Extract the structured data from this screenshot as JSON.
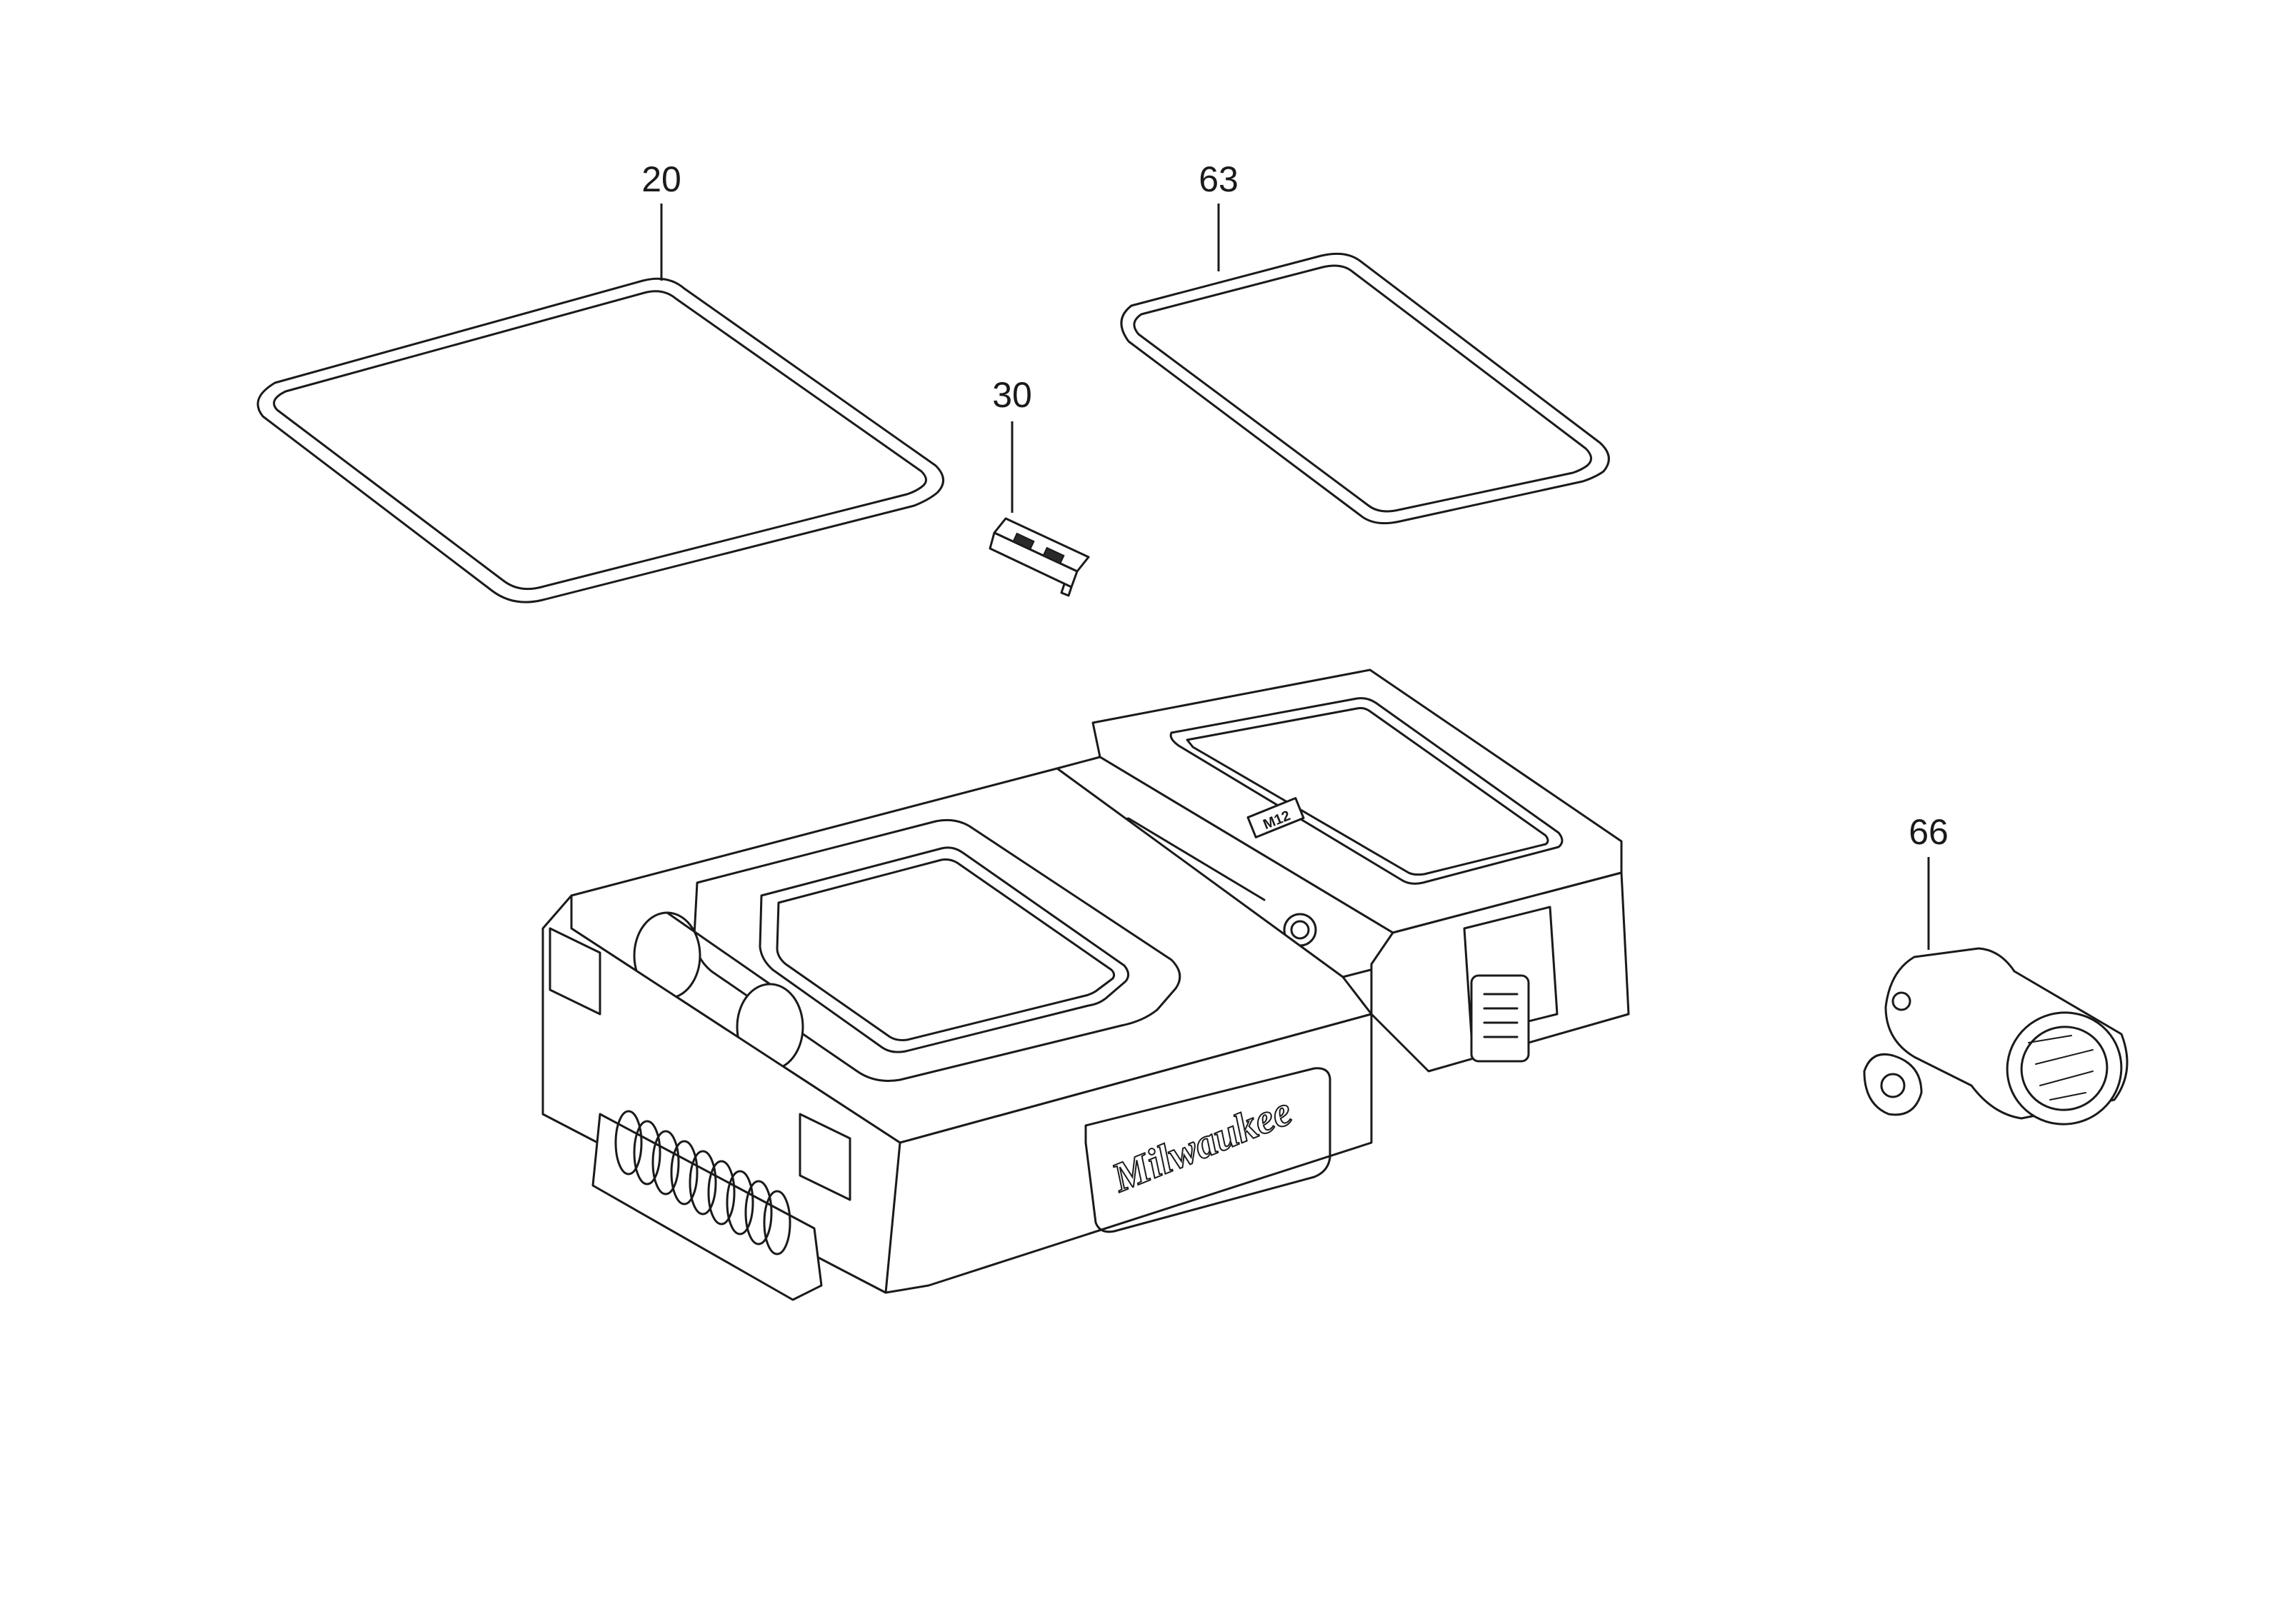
{
  "callouts": [
    {
      "id": "gasket-large",
      "label": "20"
    },
    {
      "id": "gasket-small",
      "label": "63"
    },
    {
      "id": "usb-cover",
      "label": "30"
    },
    {
      "id": "mount-adapter",
      "label": "66"
    }
  ],
  "logo_text": "Milwaukee",
  "badge_text": "M12"
}
